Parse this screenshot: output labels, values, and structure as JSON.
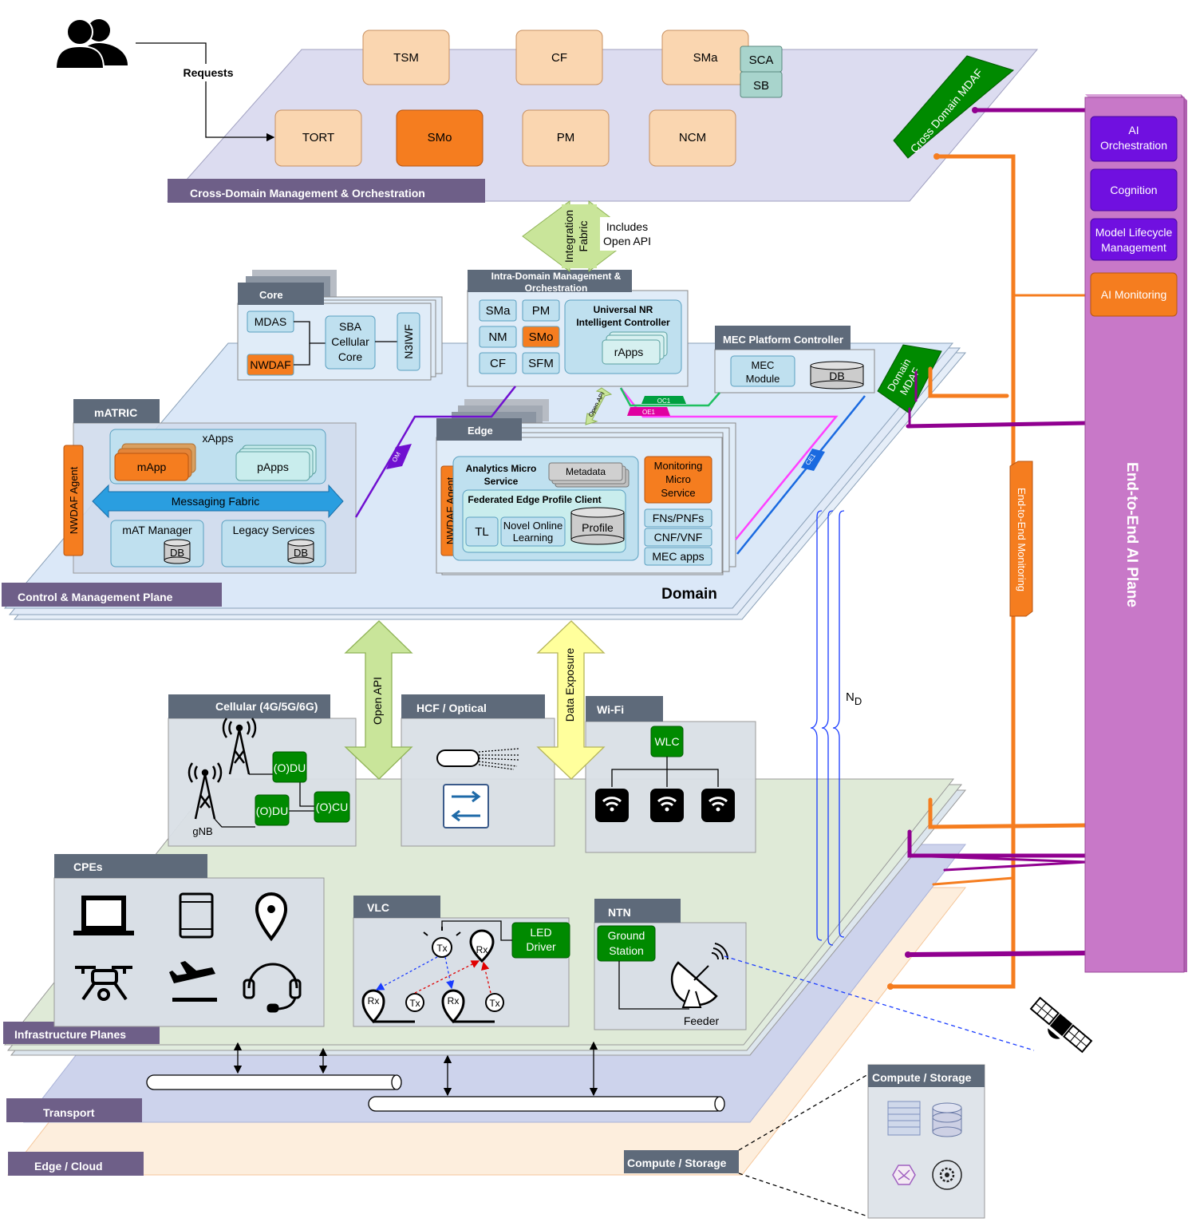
{
  "cdmo": {
    "plane_label": "Cross-Domain Management & Orchestration",
    "requests_label": "Requests",
    "tsm": "TSM",
    "cf": "CF",
    "sma": "SMa",
    "sca": "SCA",
    "sb": "SB",
    "tort": "TORT",
    "smo": "SMo",
    "pm": "PM",
    "ncm": "NCM",
    "cross_domain_mdaf": "Cross Domain MDAF"
  },
  "fabric": {
    "line1": "Integration",
    "line2": "Fabric",
    "note1": "Includes",
    "note2": "Open API"
  },
  "core": {
    "title": "Core",
    "mdas": "MDAS",
    "nwdaf": "NWDAF",
    "sba1": "SBA",
    "sba2": "Cellular",
    "sba3": "Core",
    "n3iwf": "N3IWF"
  },
  "intra": {
    "title1": "Intra-Domain Management &",
    "title2": "Orchestration",
    "sma": "SMa",
    "pm": "PM",
    "nm": "NM",
    "smo": "SMo",
    "cf": "CF",
    "sfm": "SFM",
    "unric1": "Universal NR",
    "unric2": "Intelligent Controller",
    "rapps": "rApps"
  },
  "mec": {
    "title": "MEC Platform Controller",
    "module1": "MEC",
    "module2": "Module",
    "db": "DB"
  },
  "domain_mdaf1": "Domain",
  "domain_mdaf2": "MDAF",
  "interfaces": {
    "om": "OM",
    "oc1": "OC1",
    "oe1": "OE1",
    "ce1": "CE1",
    "open_api": "Open API"
  },
  "matric": {
    "title": "mATRIC",
    "xapps": "xApps",
    "mapp": "mApp",
    "papps": "pApps",
    "messaging": "Messaging Fabric",
    "nwdaf_agent": "NWDAF Agent",
    "mat_manager": "mAT Manager",
    "legacy": "Legacy Services",
    "db": "DB"
  },
  "edge": {
    "title": "Edge",
    "analytics1": "Analytics Micro",
    "analytics2": "Service",
    "metadata": "Metadata",
    "fep": "Federated Edge Profile Client",
    "tl": "TL",
    "nol1": "Novel Online",
    "nol2": "Learning",
    "profile": "Profile",
    "nwdaf_agent": "NWDAF Agent",
    "mon1": "Monitoring",
    "mon2": "Micro",
    "mon3": "Service",
    "fns": "FNs/PNFs",
    "cnf": "CNF/VNF",
    "mec_apps": "MEC apps"
  },
  "cmp": {
    "plane_label": "Control & Management Plane",
    "domain": "Domain"
  },
  "arrows": {
    "open_api": "Open API",
    "data_exposure": "Data Exposure"
  },
  "cellular": {
    "title": "Cellular (4G/5G/6G)",
    "odu": "(O)DU",
    "ocu": "(O)CU",
    "gnb": "gNB"
  },
  "hcf": {
    "title": "HCF / Optical"
  },
  "wifi": {
    "title": "Wi-Fi",
    "wlc": "WLC"
  },
  "cpes": {
    "title": "CPEs"
  },
  "vlc": {
    "title": "VLC",
    "led1": "LED",
    "led2": "Driver",
    "tx": "Tx",
    "rx": "Rx"
  },
  "ntn": {
    "title": "NTN",
    "gs1": "Ground",
    "gs2": "Station",
    "feeder": "Feeder"
  },
  "nd": "N",
  "nd_sub": "D",
  "planes": {
    "infrastructure": "Infrastructure Planes",
    "transport": "Transport",
    "edge_cloud": "Edge / Cloud"
  },
  "compute": {
    "title": "Compute / Storage",
    "label": "Compute / Storage"
  },
  "ai": {
    "title": "End-to-End AI Plane",
    "orch1": "AI",
    "orch2": "Orchestration",
    "cognition": "Cognition",
    "mlm1": "Model Lifecycle",
    "mlm2": "Management",
    "monitoring": "AI Monitoring",
    "e2e": "End-to-End Monitoring"
  },
  "colors": {
    "purple_plane": "#c878c8",
    "orange": "#f57d1f",
    "peach": "#fad6b0",
    "green": "#008a00",
    "lavender": "#dcdcf0",
    "blue_plane": "#dbe8f8"
  }
}
